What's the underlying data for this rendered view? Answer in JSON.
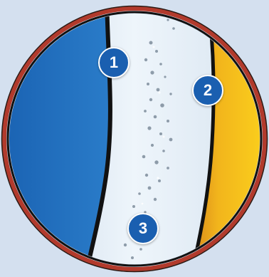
{
  "labels": {
    "marker_1": "1",
    "marker_2": "2",
    "marker_3": "3"
  },
  "colors": {
    "background": "#d4e0ef",
    "ring": "#b23a2c",
    "blue_region": "#1f6ebf",
    "yellow_region": "#f4c81a",
    "clear_region": "#e4eef7",
    "boundary": "#111111",
    "marker_fill": "#1a5fb0",
    "marker_text": "#ffffff"
  }
}
